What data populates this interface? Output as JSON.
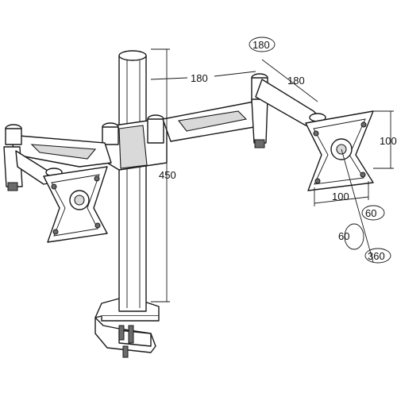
{
  "dimensions": {
    "arm_left": "180",
    "arm_right": "180",
    "pole_height": "450",
    "vesa_width": "100",
    "vesa_height": "100"
  },
  "rotations": {
    "arm_swivel": "180",
    "tilt": "60",
    "swivel": "60",
    "rotate": "360"
  }
}
